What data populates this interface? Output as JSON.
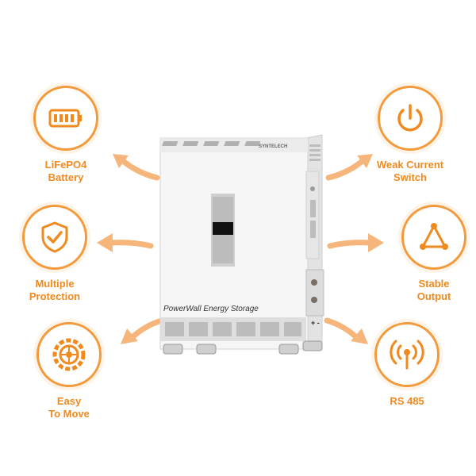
{
  "features": [
    {
      "id": "lifepo4",
      "label": "LiFePO4\nBattery",
      "icon": "battery-icon"
    },
    {
      "id": "weak-switch",
      "label": "Weak Current\nSwitch",
      "icon": "power-icon"
    },
    {
      "id": "protection",
      "label": "Multiple\nProtection",
      "icon": "shield-check-icon"
    },
    {
      "id": "stable",
      "label": "Stable\nOutput",
      "icon": "triangle-network-icon"
    },
    {
      "id": "move",
      "label": "Easy\nTo Move",
      "icon": "wheel-icon"
    },
    {
      "id": "rs485",
      "label": "RS 485",
      "icon": "signal-tower-icon"
    }
  ],
  "device": {
    "name": "PowerWall Energy Storage",
    "brand": "SYNTELECH",
    "polarity": "+ -"
  },
  "colors": {
    "accent": "#f29a3c",
    "device_body": "#f4f4f4",
    "vent": "#bdbdbd"
  }
}
